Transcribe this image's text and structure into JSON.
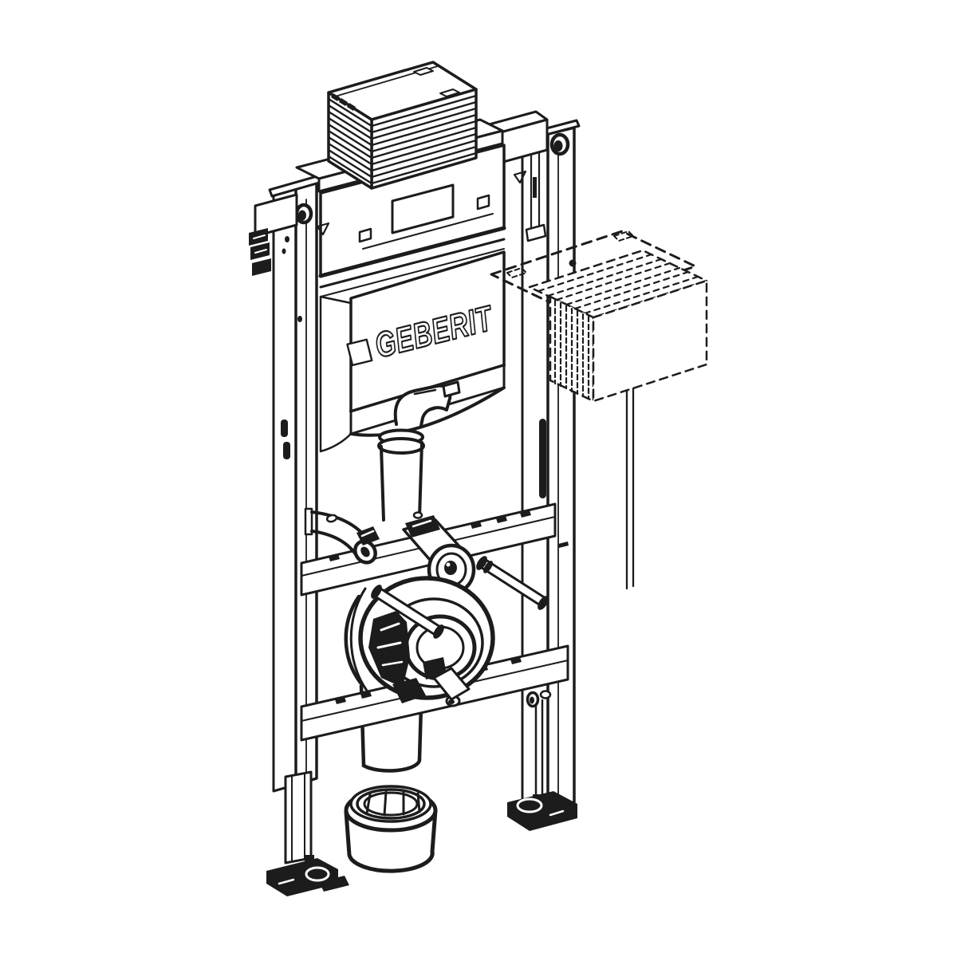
{
  "figure": {
    "brand_label": "GEBERIT",
    "background_color": "#ffffff",
    "ink_color": "#1c1c1c",
    "drawing_style": "isometric-technical-line-art",
    "components": [
      "corrugated-protection-box",
      "cistern-lid",
      "flush-unit-access-panel",
      "concealed-cistern",
      "geberit-logo",
      "dashed-mounting-plate",
      "dashed-protection-cover",
      "frame-left-rail",
      "frame-right-rail",
      "upper-crossbar",
      "water-supply-elbow",
      "supply-valve-fitting",
      "flush-pipe-assembly",
      "drain-bend",
      "wc-mounting-rods",
      "lower-crossbar",
      "outlet-pipe",
      "drain-socket",
      "adjustable-feet"
    ]
  }
}
